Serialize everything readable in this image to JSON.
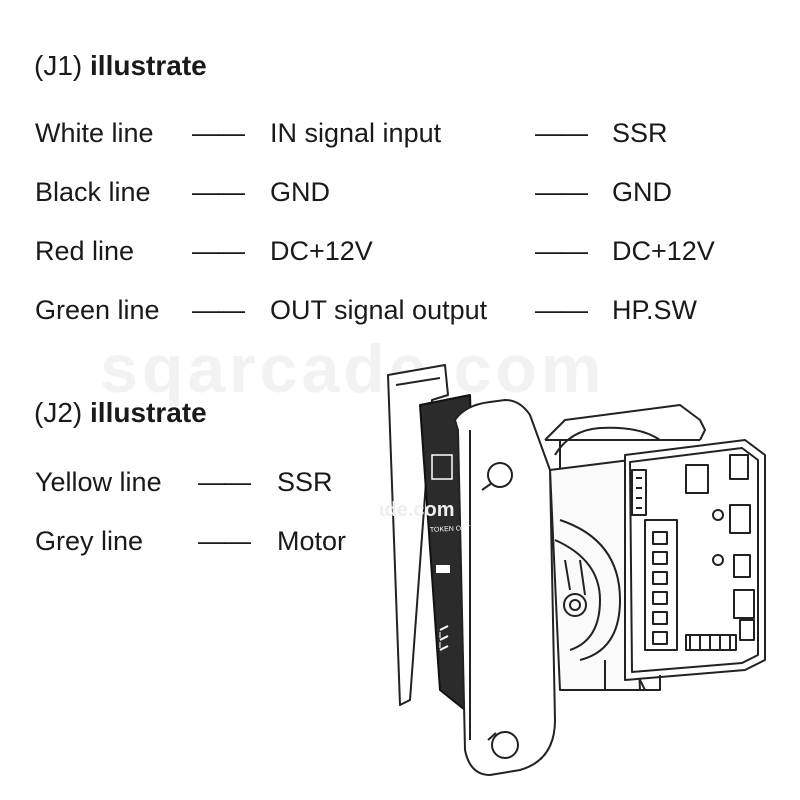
{
  "watermark": "sqarcade.com",
  "j1": {
    "heading_label": "(J1)",
    "heading_text": "illustrate",
    "dash": "——",
    "rows": [
      {
        "wire": "White line",
        "signal": "IN signal input",
        "target": "SSR"
      },
      {
        "wire": "Black line",
        "signal": "GND",
        "target": "GND"
      },
      {
        "wire": "Red line",
        "signal": "DC+12V",
        "target": "DC+12V"
      },
      {
        "wire": "Green line",
        "signal": "OUT signal output",
        "target": "HP.SW"
      }
    ]
  },
  "j2": {
    "heading_label": "(J2)",
    "heading_text": "illustrate",
    "dash": "——",
    "rows": [
      {
        "wire": "Yellow line",
        "target": "SSR"
      },
      {
        "wire": "Grey line",
        "target": "Motor"
      }
    ]
  },
  "device": {
    "faceplate_text": "TOKEN OUTLET",
    "small_watermark": "sqarcade.com"
  }
}
